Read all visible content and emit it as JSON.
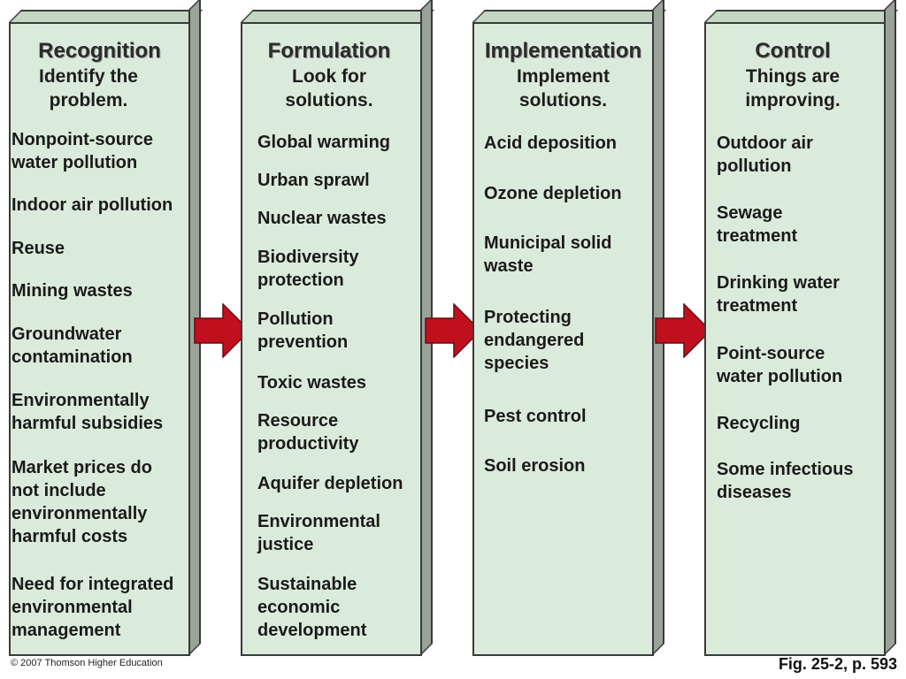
{
  "columns": [
    {
      "title": "Recognition",
      "subtitle": "Identify the\nproblem.",
      "items": [
        "Nonpoint-source\nwater pollution",
        "Indoor air pollution",
        "Reuse",
        "Mining wastes",
        "Groundwater\ncontamination",
        "Environmentally\nharmful subsidies",
        "Market prices do\nnot include\nenvironmentally\nharmful costs",
        "Need for integrated\nenvironmental\nmanagement"
      ]
    },
    {
      "title": "Formulation",
      "subtitle": "Look for\nsolutions.",
      "items": [
        "Global warming",
        "Urban sprawl",
        "Nuclear wastes",
        "Biodiversity\nprotection",
        "Pollution\nprevention",
        "Toxic wastes",
        "Resource\nproductivity",
        "Aquifer depletion",
        "Environmental\njustice",
        "Sustainable\neconomic\ndevelopment"
      ]
    },
    {
      "title": "Implementation",
      "subtitle": "Implement\nsolutions.",
      "items": [
        "Acid deposition",
        "Ozone depletion",
        "Municipal solid\nwaste",
        "Protecting\nendangered\nspecies",
        "Pest control",
        "Soil erosion"
      ]
    },
    {
      "title": "Control",
      "subtitle": "Things are\nimproving.",
      "items": [
        "Outdoor air\npollution",
        "Sewage\ntreatment",
        "Drinking water\ntreatment",
        "Point-source\nwater pollution",
        "Recycling",
        "Some infectious\ndiseases"
      ]
    }
  ],
  "colors": {
    "column_face": "#dbebdb",
    "column_side": "#9aa39a",
    "arrow": "#c0101e"
  },
  "footer": {
    "copyright": "© 2007 Thomson Higher Education",
    "figure": "Fig. 25-2, p. 593"
  }
}
